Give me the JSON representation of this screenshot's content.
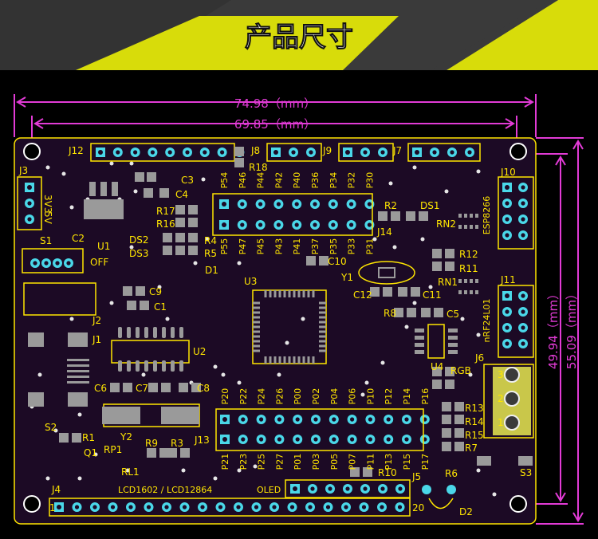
{
  "header": {
    "title": "产品尺寸"
  },
  "dimensions": {
    "top_outer": "74.98（mm）",
    "top_inner": "69.85（mm）",
    "right_inner": "49.94（mm）",
    "right_outer": "55.09（mm）"
  },
  "labels": {
    "J12": "J12",
    "J8": "J8",
    "J9": "J9",
    "J7": "J7",
    "J10": "J10",
    "R18": "R18",
    "J3": "J3",
    "v33": "3V3",
    "v5": "5V",
    "S1": "S1",
    "C2": "C2",
    "U1": "U1",
    "OFF": "OFF",
    "C3": "C3",
    "C4": "C4",
    "R17": "R17",
    "R16": "R16",
    "DS2": "DS2",
    "DS3": "DS3",
    "R4": "R4",
    "R5": "R5",
    "D1": "D1",
    "C9": "C9",
    "C1": "C1",
    "J2": "J2",
    "J1": "J1",
    "U2": "U2",
    "C6": "C6",
    "C7": "C7",
    "C8": "C8",
    "S2": "S2",
    "R1": "R1",
    "Y2": "Y2",
    "R9": "R9",
    "R3": "R3",
    "Q1": "Q1",
    "RP1": "RP1",
    "RL1": "RL1",
    "J13": "J13",
    "J14": "J14",
    "U3": "U3",
    "C10": "C10",
    "Y1": "Y1",
    "C12": "C12",
    "C11": "C11",
    "R8": "R8",
    "C5": "C5",
    "R2": "R2",
    "DS1": "DS1",
    "RN2": "RN2",
    "R12": "R12",
    "R11": "R11",
    "RN1": "RN1",
    "J11": "J11",
    "esp": "ESP8266",
    "nrf": "nRF24L01",
    "J6": "J6",
    "U4": "U4",
    "RGB": "RGB",
    "R13": "R13",
    "R14": "R14",
    "R15": "R15",
    "R7": "R7",
    "R6": "R6",
    "J5": "J5",
    "R10": "R10",
    "S3": "S3",
    "D2": "D2",
    "J4": "J4",
    "pin1": "1",
    "pin20": "20",
    "lcd": "LCD1602 / LCD12864",
    "oled": "OLED",
    "j6_3": "3",
    "j6_2": "2",
    "j6_1": "1"
  },
  "j14_top": [
    "P54",
    "P46",
    "P44",
    "P42",
    "P40",
    "P36",
    "P34",
    "P32",
    "P30"
  ],
  "j14_bottom": [
    "P55",
    "P47",
    "P45",
    "P43",
    "P41",
    "P37",
    "P35",
    "P33",
    "P31"
  ],
  "j13_top": [
    "P20",
    "P22",
    "P24",
    "P26",
    "P00",
    "P02",
    "P04",
    "P06",
    "P10",
    "P12",
    "P14",
    "P16"
  ],
  "j13_bottom": [
    "P21",
    "P23",
    "P25",
    "P27",
    "P01",
    "P03",
    "P05",
    "P07",
    "P11",
    "P13",
    "P15",
    "P17"
  ],
  "colors": {
    "board": "#1c0a25",
    "silk": "#ffe600",
    "dimension": "#e23bd6",
    "banner": "#d8dc0a"
  }
}
